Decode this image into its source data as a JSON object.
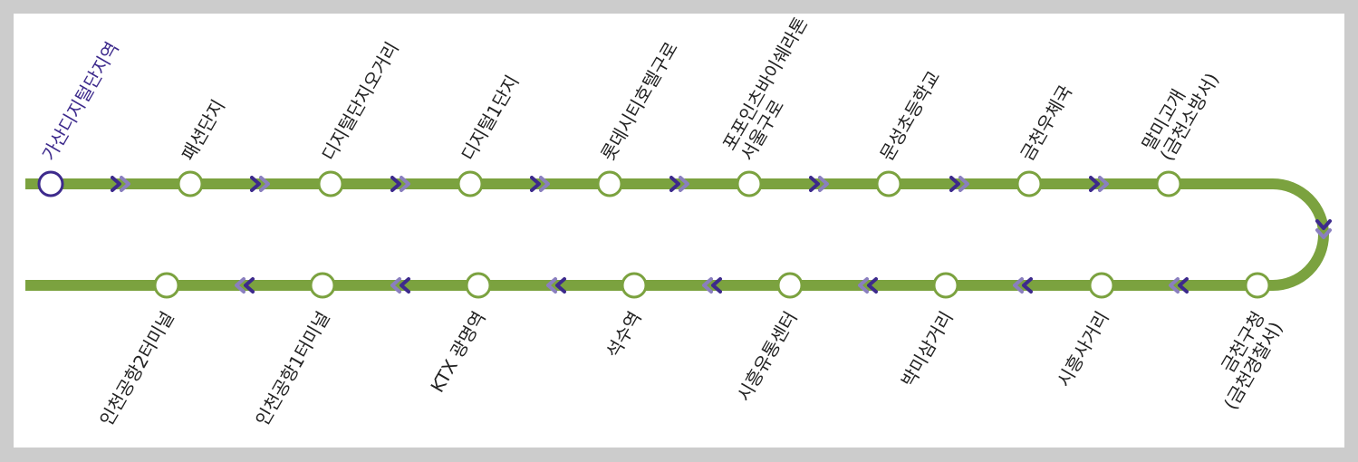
{
  "colors": {
    "line": "#7ba23f",
    "station_fill": "#ffffff",
    "active_station": "#3d2a8c",
    "chevron": "#3d2a8c",
    "chevron_shade": "#8a7fbf",
    "label": "#222222",
    "active_label": "#3d2a8c",
    "page_border": "#cccccc"
  },
  "route": {
    "direction_icon": "double-chevron-icon",
    "top_row": [
      {
        "lines": [
          "가산디지털단지역"
        ],
        "active": true
      },
      {
        "lines": [
          "패션단지"
        ]
      },
      {
        "lines": [
          "디지털단지오거리"
        ]
      },
      {
        "lines": [
          "디지털1단지"
        ]
      },
      {
        "lines": [
          "롯데시티호텔구로"
        ]
      },
      {
        "lines": [
          "포포인츠바이쉐라톤",
          "서울구로"
        ]
      },
      {
        "lines": [
          "문성초등학교"
        ]
      },
      {
        "lines": [
          "금천우체국"
        ]
      },
      {
        "lines": [
          "말미고개",
          "(금천소방서)"
        ]
      }
    ],
    "bottom_row": [
      {
        "lines": [
          "금천구청",
          "(금천경찰서)"
        ]
      },
      {
        "lines": [
          "시흥사거리"
        ]
      },
      {
        "lines": [
          "박미삼거리"
        ]
      },
      {
        "lines": [
          "시흥유통센터"
        ]
      },
      {
        "lines": [
          "석수역"
        ]
      },
      {
        "lines": [
          "KTX 광명역"
        ]
      },
      {
        "lines": [
          "인천공항1터미널"
        ]
      },
      {
        "lines": [
          "인천공항2터미널"
        ]
      }
    ]
  }
}
